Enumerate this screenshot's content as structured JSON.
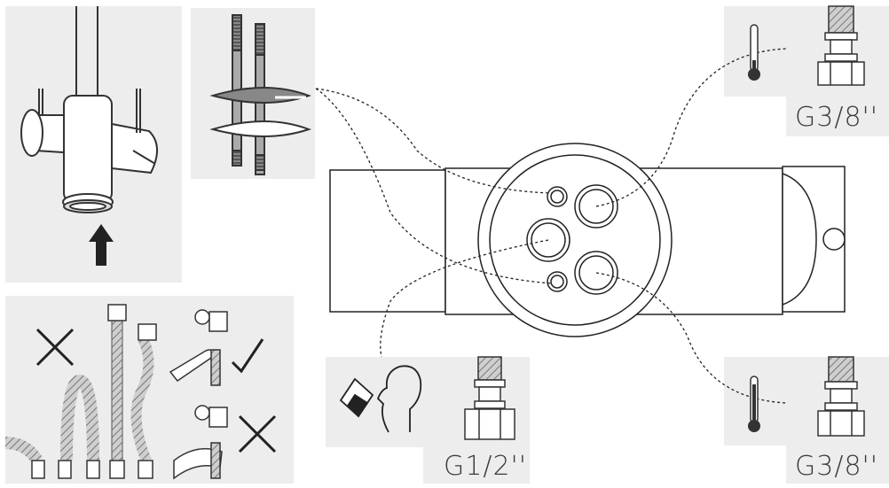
{
  "fittings": {
    "cold_top": "G3/8''",
    "hot_bottom": "G3/8''",
    "drinking": "G1/2''"
  },
  "icons": {
    "cold_thermometer": "thermometer-cold-icon",
    "hot_thermometer": "thermometer-hot-icon",
    "drinking_water": "drinking-person-icon",
    "wrong": "cross-icon",
    "right": "checkmark-icon",
    "up": "arrow-up-icon"
  },
  "colors": {
    "thermometer_bulb": "#333333",
    "panel": "#ededed",
    "line": "#222222"
  }
}
